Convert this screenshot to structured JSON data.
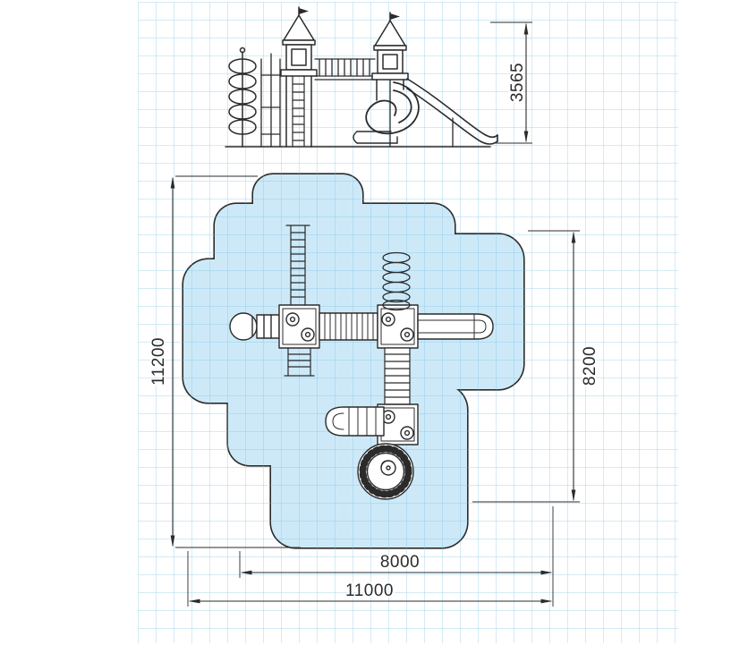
{
  "colors": {
    "background": "#ffffff",
    "grid_line": "#6fbde2",
    "zone_fill": "#cde9f8",
    "ink": "#2b2b2b"
  },
  "dimensions": {
    "elevation_height": "3565",
    "site_height": "11200",
    "zone_height": "8200",
    "zone_width": "8000",
    "site_width": "11000"
  }
}
